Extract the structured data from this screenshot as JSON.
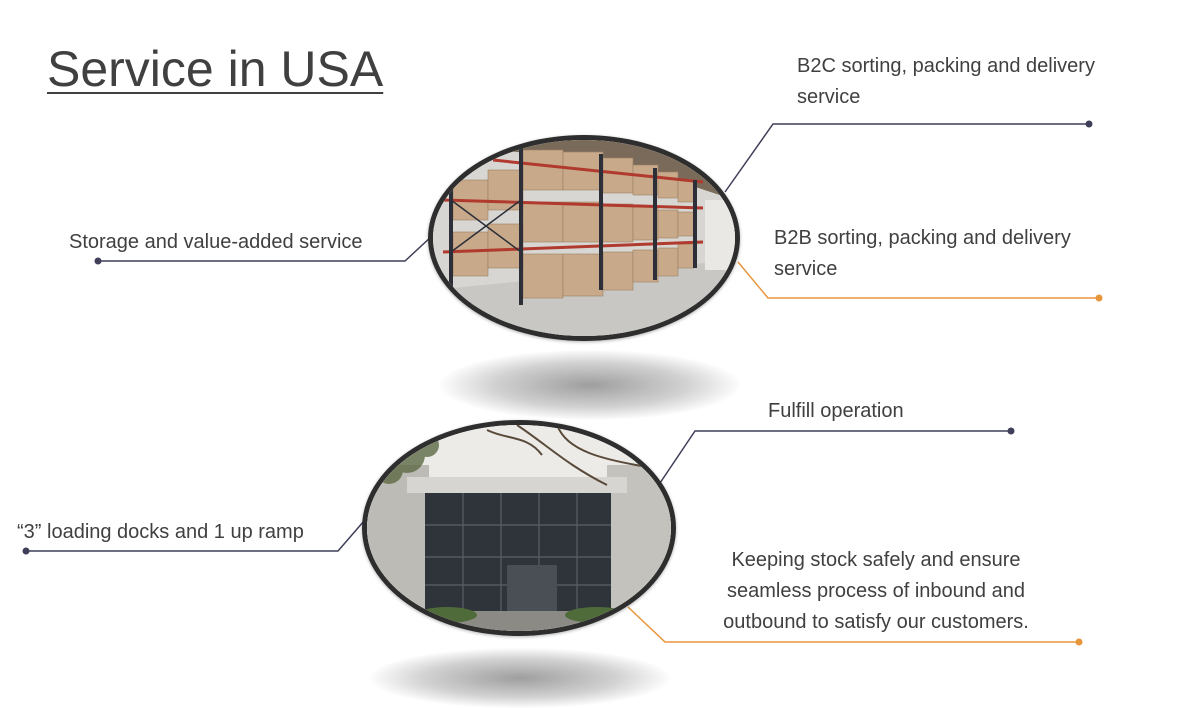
{
  "slide": {
    "title": "Service in USA",
    "callouts": {
      "b2c": "B2C sorting, packing and delivery service",
      "storage": "Storage and value-added service",
      "b2b": "B2B sorting, packing and delivery service",
      "fulfill": "Fulfill operation",
      "docks": "“3” loading docks and 1 up ramp",
      "keeping": "Keeping stock safely and ensure seamless process of inbound and outbound to satisfy our customers."
    },
    "images": {
      "warehouse": "warehouse-interior-photo",
      "building": "building-exterior-photo"
    }
  },
  "colors": {
    "dark_line": "#3f3f5a",
    "orange_line": "#e8963c",
    "text": "#404040"
  }
}
